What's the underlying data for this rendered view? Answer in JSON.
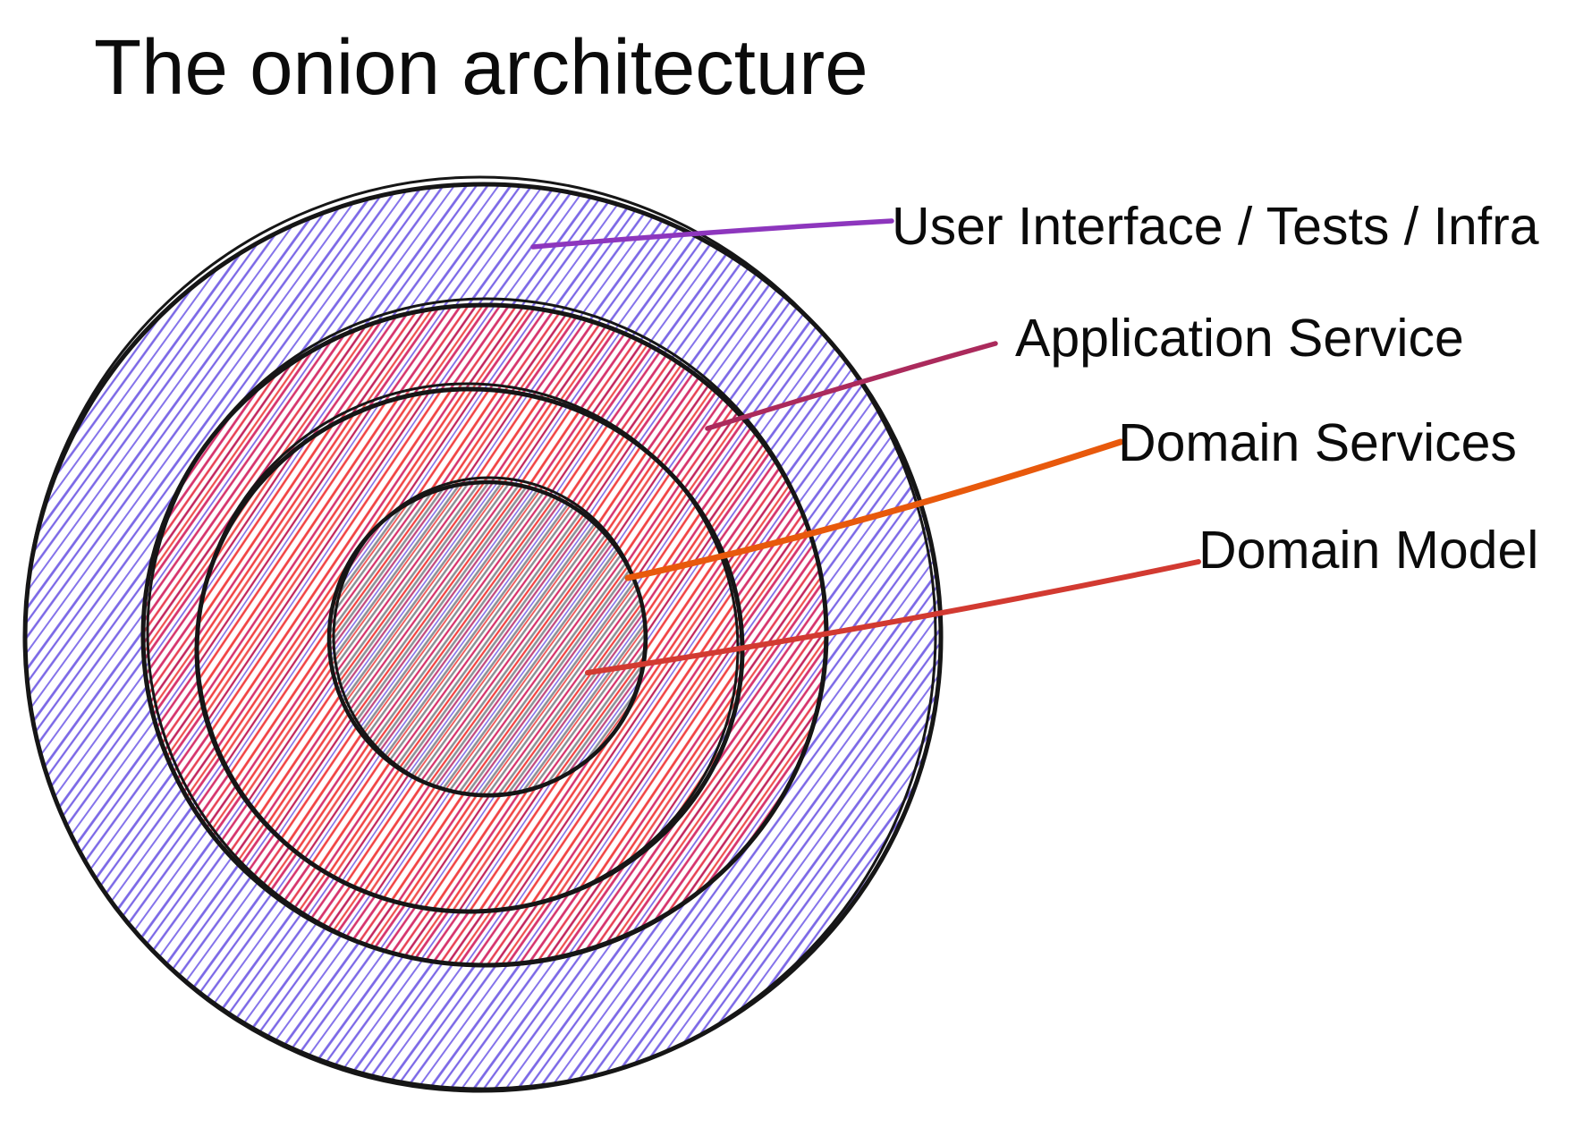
{
  "page": {
    "background": "#ffffff"
  },
  "title": {
    "text": "The onion architecture",
    "color": "#0b0b0b"
  },
  "diagram": {
    "outline_color": "#161616",
    "layers": [
      {
        "name": "user-interface",
        "label": "User Interface / Tests / Infra",
        "leader_color": "#8d36bd",
        "hatch_primary": "#7b68e6"
      },
      {
        "name": "application-service",
        "label": "Application Service",
        "leader_color": "#ab2a5c",
        "hatch_primary": "#d6336c"
      },
      {
        "name": "domain-services",
        "label": "Domain Services",
        "leader_color": "#e8590c",
        "hatch_primary": "#f14343"
      },
      {
        "name": "domain-model",
        "label": "Domain Model",
        "leader_color": "#d23a31",
        "hatch_primary": "#8a9096"
      }
    ],
    "hatch_palette": {
      "blue": "#7b68e6",
      "blue_light": "#8574ea",
      "crimson": "#d6336c",
      "crimson_dark": "#c2255c",
      "rose": "#c2487e",
      "red": "#f14343",
      "red_soft": "#ef5050",
      "red_deep": "#e84054",
      "gray": "#8a9096",
      "outline": "#161616"
    }
  }
}
